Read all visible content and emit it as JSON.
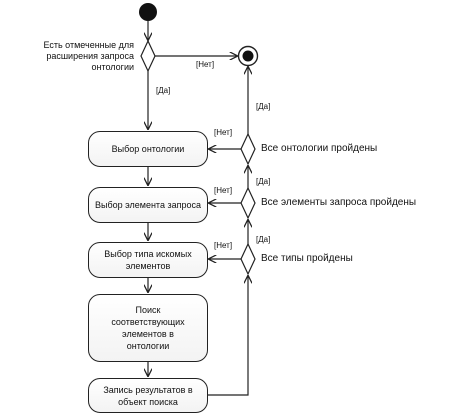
{
  "diagram": {
    "question": "Есть отмеченные для расширения запроса онтологии",
    "activities": {
      "select_ontology": "Выбор онтологии",
      "select_element": "Выбор элемента запроса",
      "select_type": "Выбор типа искомых элементов",
      "search_elements": "Поиск соответствующих элементов в онтологии",
      "record_results": "Запись результатов в объект поиска"
    },
    "conditions": {
      "ontologies_done": "Все онтологии пройдены",
      "elements_done": "Все элементы запроса пройдены",
      "types_done": "Все типы пройдены"
    },
    "guards": {
      "yes": "[Да]",
      "no": "[Нет]"
    }
  }
}
